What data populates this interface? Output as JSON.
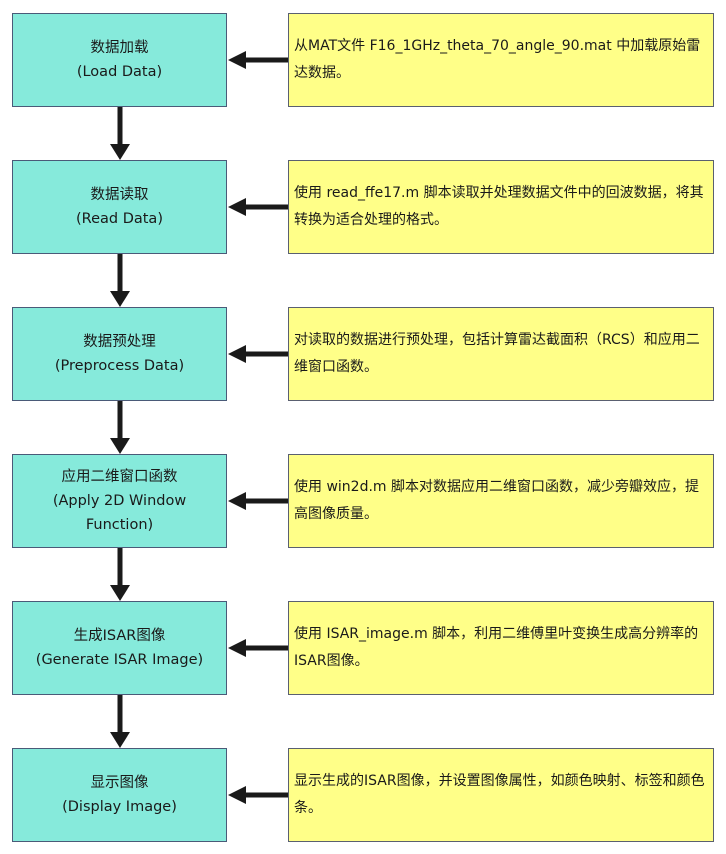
{
  "colors": {
    "step_fill": "#86eadb",
    "note_fill": "#ffff88",
    "border": "#4a5a78",
    "arrow": "#1a1a1a"
  },
  "steps": [
    {
      "zh": "数据加载",
      "en": "(Load Data)",
      "note": "从MAT文件 F16_1GHz_theta_70_angle_90.mat 中加载原始雷达数据。"
    },
    {
      "zh": "数据读取",
      "en": "(Read Data)",
      "note": "使用 read_ffe17.m 脚本读取并处理数据文件中的回波数据，将其转换为适合处理的格式。"
    },
    {
      "zh": "数据预处理",
      "en": "(Preprocess Data)",
      "note": "对读取的数据进行预处理，包括计算雷达截面积（RCS）和应用二维窗口函数。"
    },
    {
      "zh": "应用二维窗口函数",
      "en": "(Apply 2D Window Function)",
      "note": "使用 win2d.m 脚本对数据应用二维窗口函数，减少旁瓣效应，提高图像质量。"
    },
    {
      "zh": "生成ISAR图像",
      "en": "(Generate ISAR Image)",
      "note": "使用 ISAR_image.m 脚本，利用二维傅里叶变换生成高分辨率的ISAR图像。"
    },
    {
      "zh": "显示图像",
      "en": "(Display Image)",
      "note": "显示生成的ISAR图像，并设置图像属性，如颜色映射、标签和颜色条。"
    }
  ]
}
